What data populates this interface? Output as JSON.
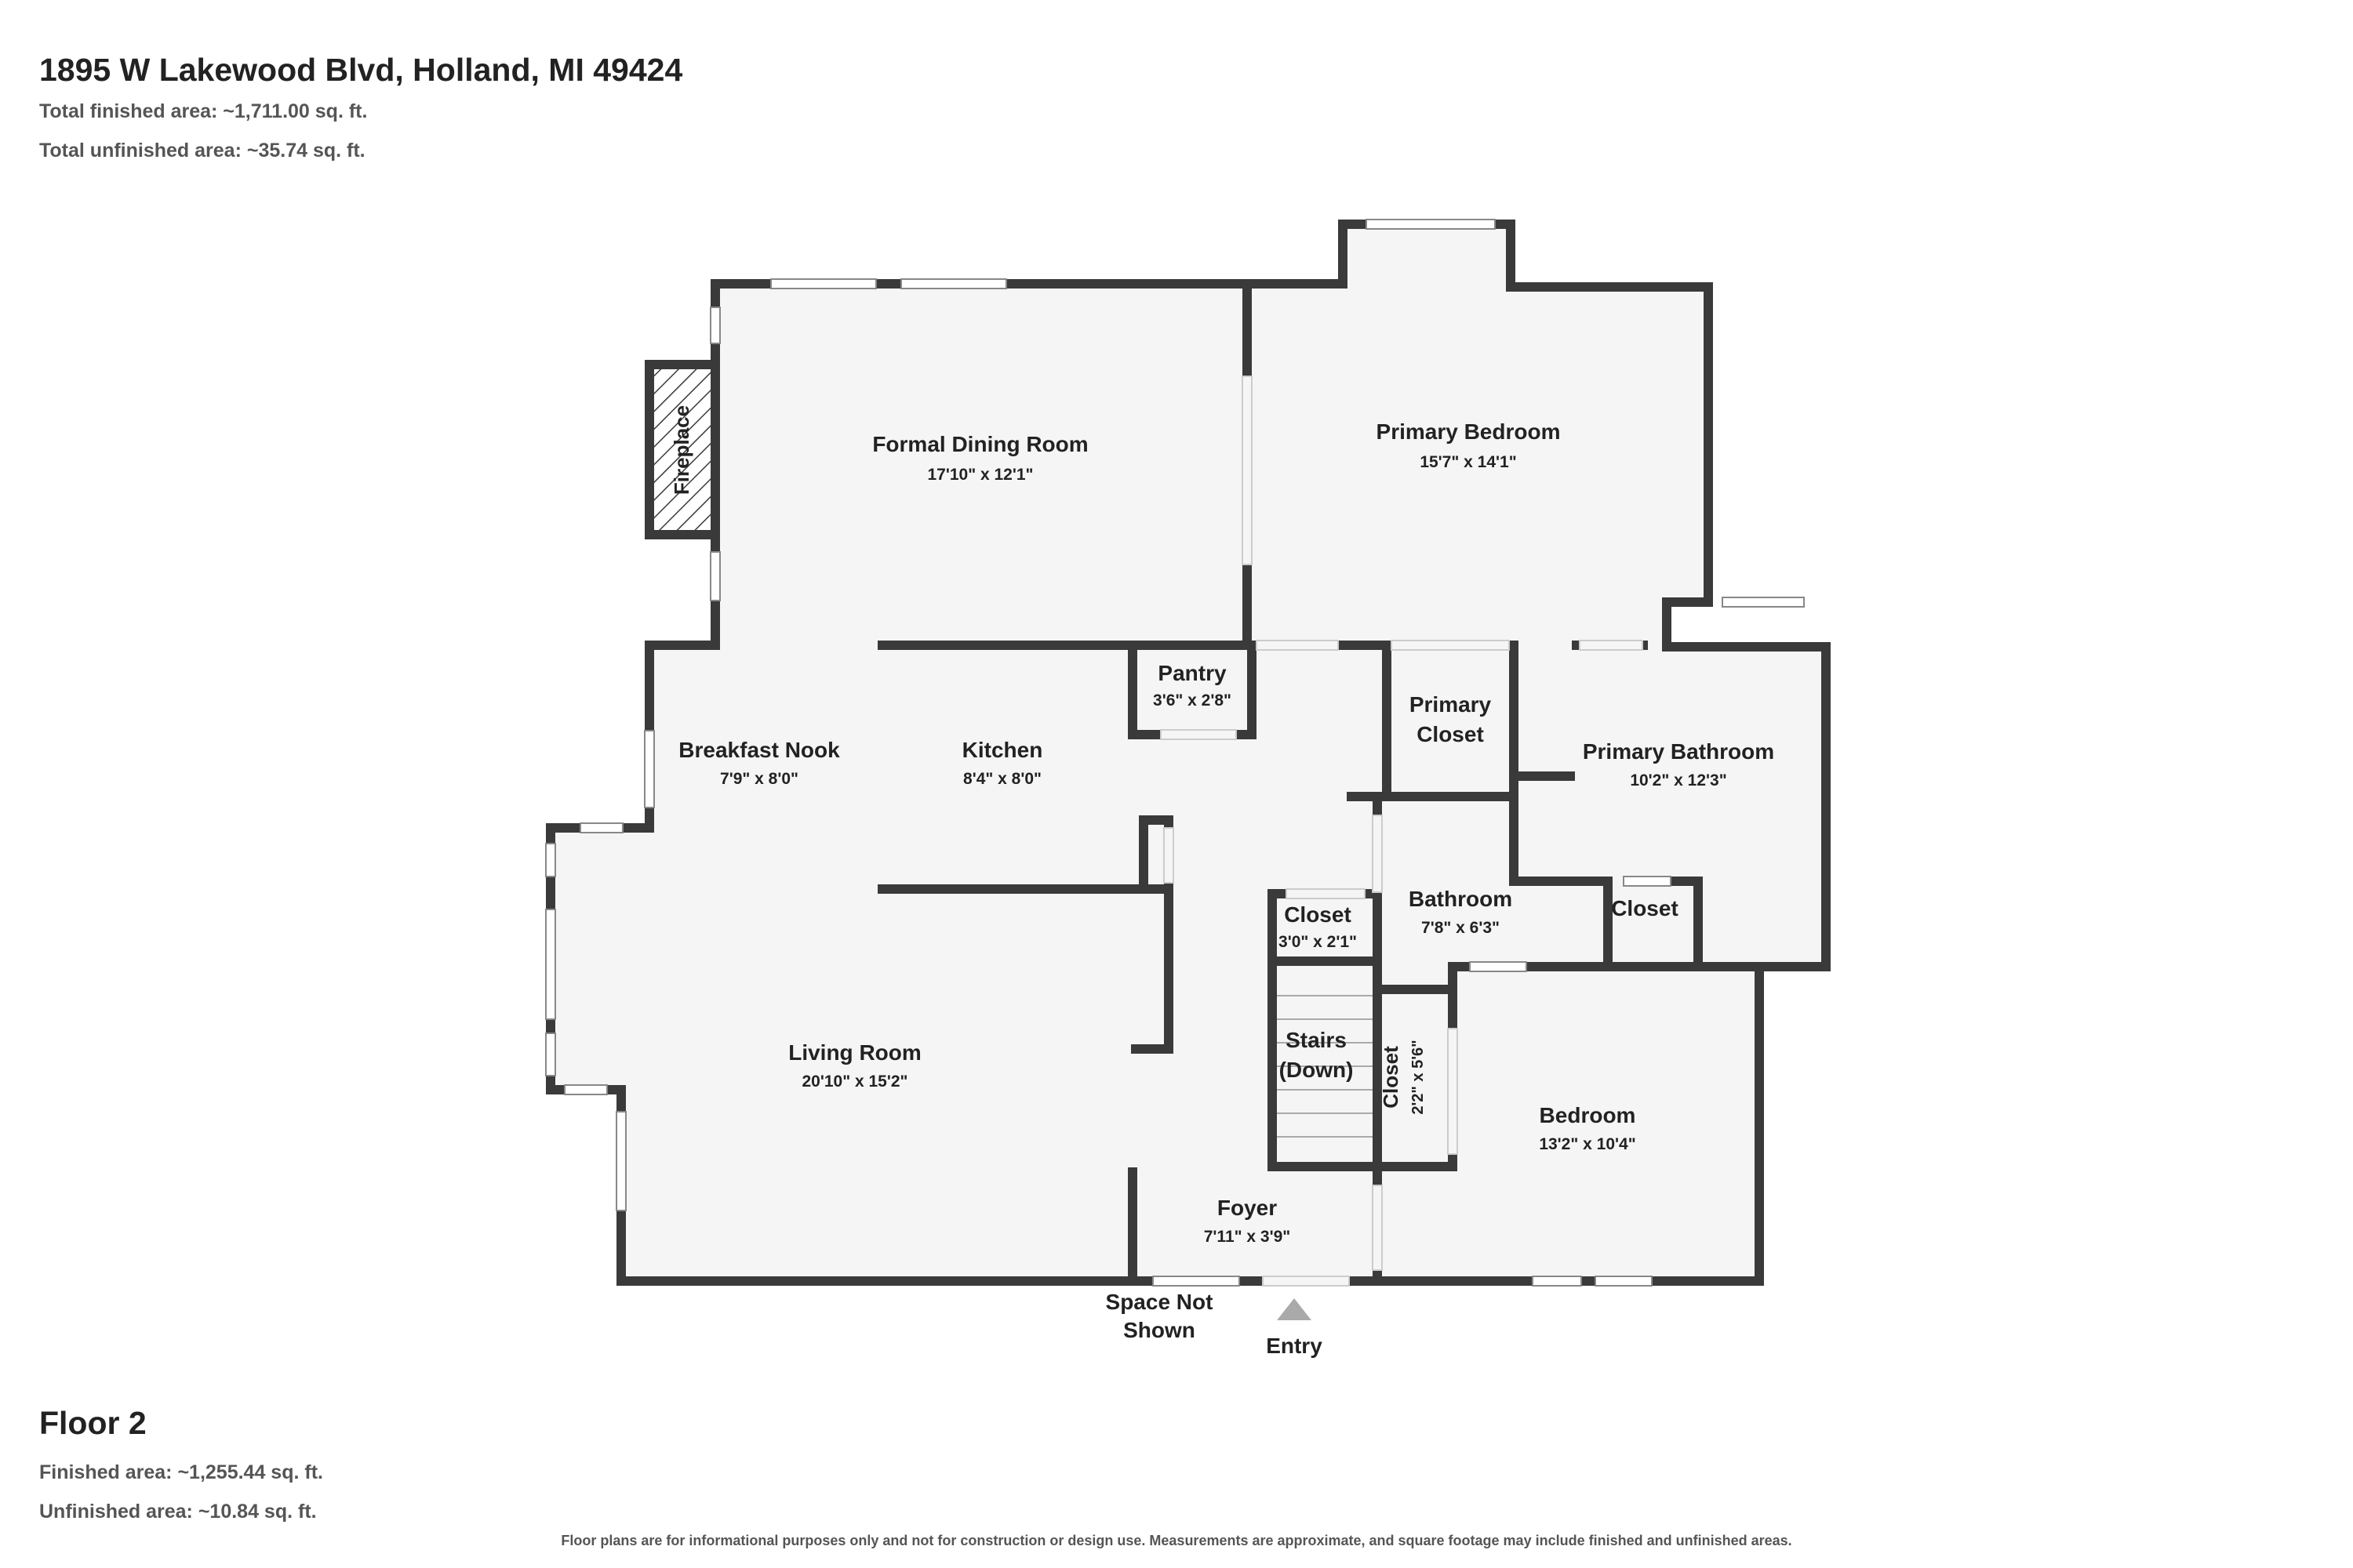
{
  "header": {
    "address": "1895 W Lakewood Blvd, Holland, MI 49424",
    "total_finished": "Total finished area: ~1,711.00 sq. ft.",
    "total_unfinished": "Total unfinished area: ~35.74 sq. ft."
  },
  "floor": {
    "name": "Floor 2",
    "finished": "Finished area: ~1,255.44 sq. ft.",
    "unfinished": "Unfinished area: ~10.84 sq. ft."
  },
  "disclaimer": "Floor plans are for informational purposes only and not for construction or design use. Measurements are approximate, and square footage may include finished and unfinished areas.",
  "rooms": {
    "dining": {
      "name": "Formal Dining Room",
      "dims": "17'10\" x 12'1\""
    },
    "primary_bedroom": {
      "name": "Primary Bedroom",
      "dims": "15'7\" x 14'1\""
    },
    "fireplace": {
      "name": "Fireplace"
    },
    "pantry": {
      "name": "Pantry",
      "dims": "3'6\" x 2'8\""
    },
    "primary_closet": {
      "line1": "Primary",
      "line2": "Closet"
    },
    "primary_bathroom": {
      "name": "Primary Bathroom",
      "dims": "10'2\" x 12'3\""
    },
    "breakfast_nook": {
      "name": "Breakfast Nook",
      "dims": "7'9\" x 8'0\""
    },
    "kitchen": {
      "name": "Kitchen",
      "dims": "8'4\" x 8'0\""
    },
    "closet_small": {
      "name": "Closet",
      "dims": "3'0\" x 2'1\""
    },
    "bathroom": {
      "name": "Bathroom",
      "dims": "7'8\" x 6'3\""
    },
    "closet_bath": {
      "name": "Closet"
    },
    "stairs": {
      "line1": "Stairs",
      "line2": "(Down)"
    },
    "closet_vertical": {
      "name": "Closet",
      "dims": "2'2\" x 5'6\""
    },
    "living_room": {
      "name": "Living Room",
      "dims": "20'10\" x 15'2\""
    },
    "bedroom": {
      "name": "Bedroom",
      "dims": "13'2\" x 10'4\""
    },
    "foyer": {
      "name": "Foyer",
      "dims": "7'11\" x 3'9\""
    }
  },
  "labels": {
    "space_not_shown_1": "Space Not",
    "space_not_shown_2": "Shown",
    "entry": "Entry"
  },
  "colors": {
    "wall": "#3a3a3a",
    "floor": "#f5f5f5",
    "entry_arrow": "#aaaaaa"
  }
}
